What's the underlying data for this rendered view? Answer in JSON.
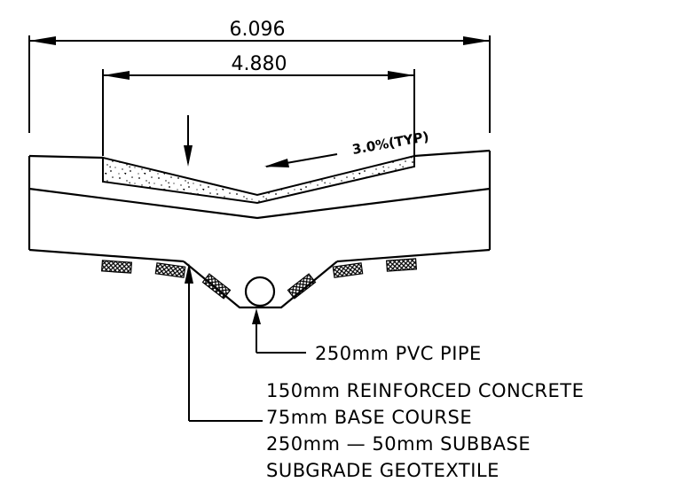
{
  "dimensions": {
    "overall_width": "6.096",
    "inner_width": "4.880",
    "slope": "3.0%(TYP)"
  },
  "callouts": {
    "pipe": "250mm  PVC  PIPE",
    "layers": [
      "150mm  REINFORCED  CONCRETE",
      "75mm  BASE  COURSE",
      "250mm  —  50mm  SUBBASE",
      "SUBGRADE  GEOTEXTILE"
    ]
  }
}
